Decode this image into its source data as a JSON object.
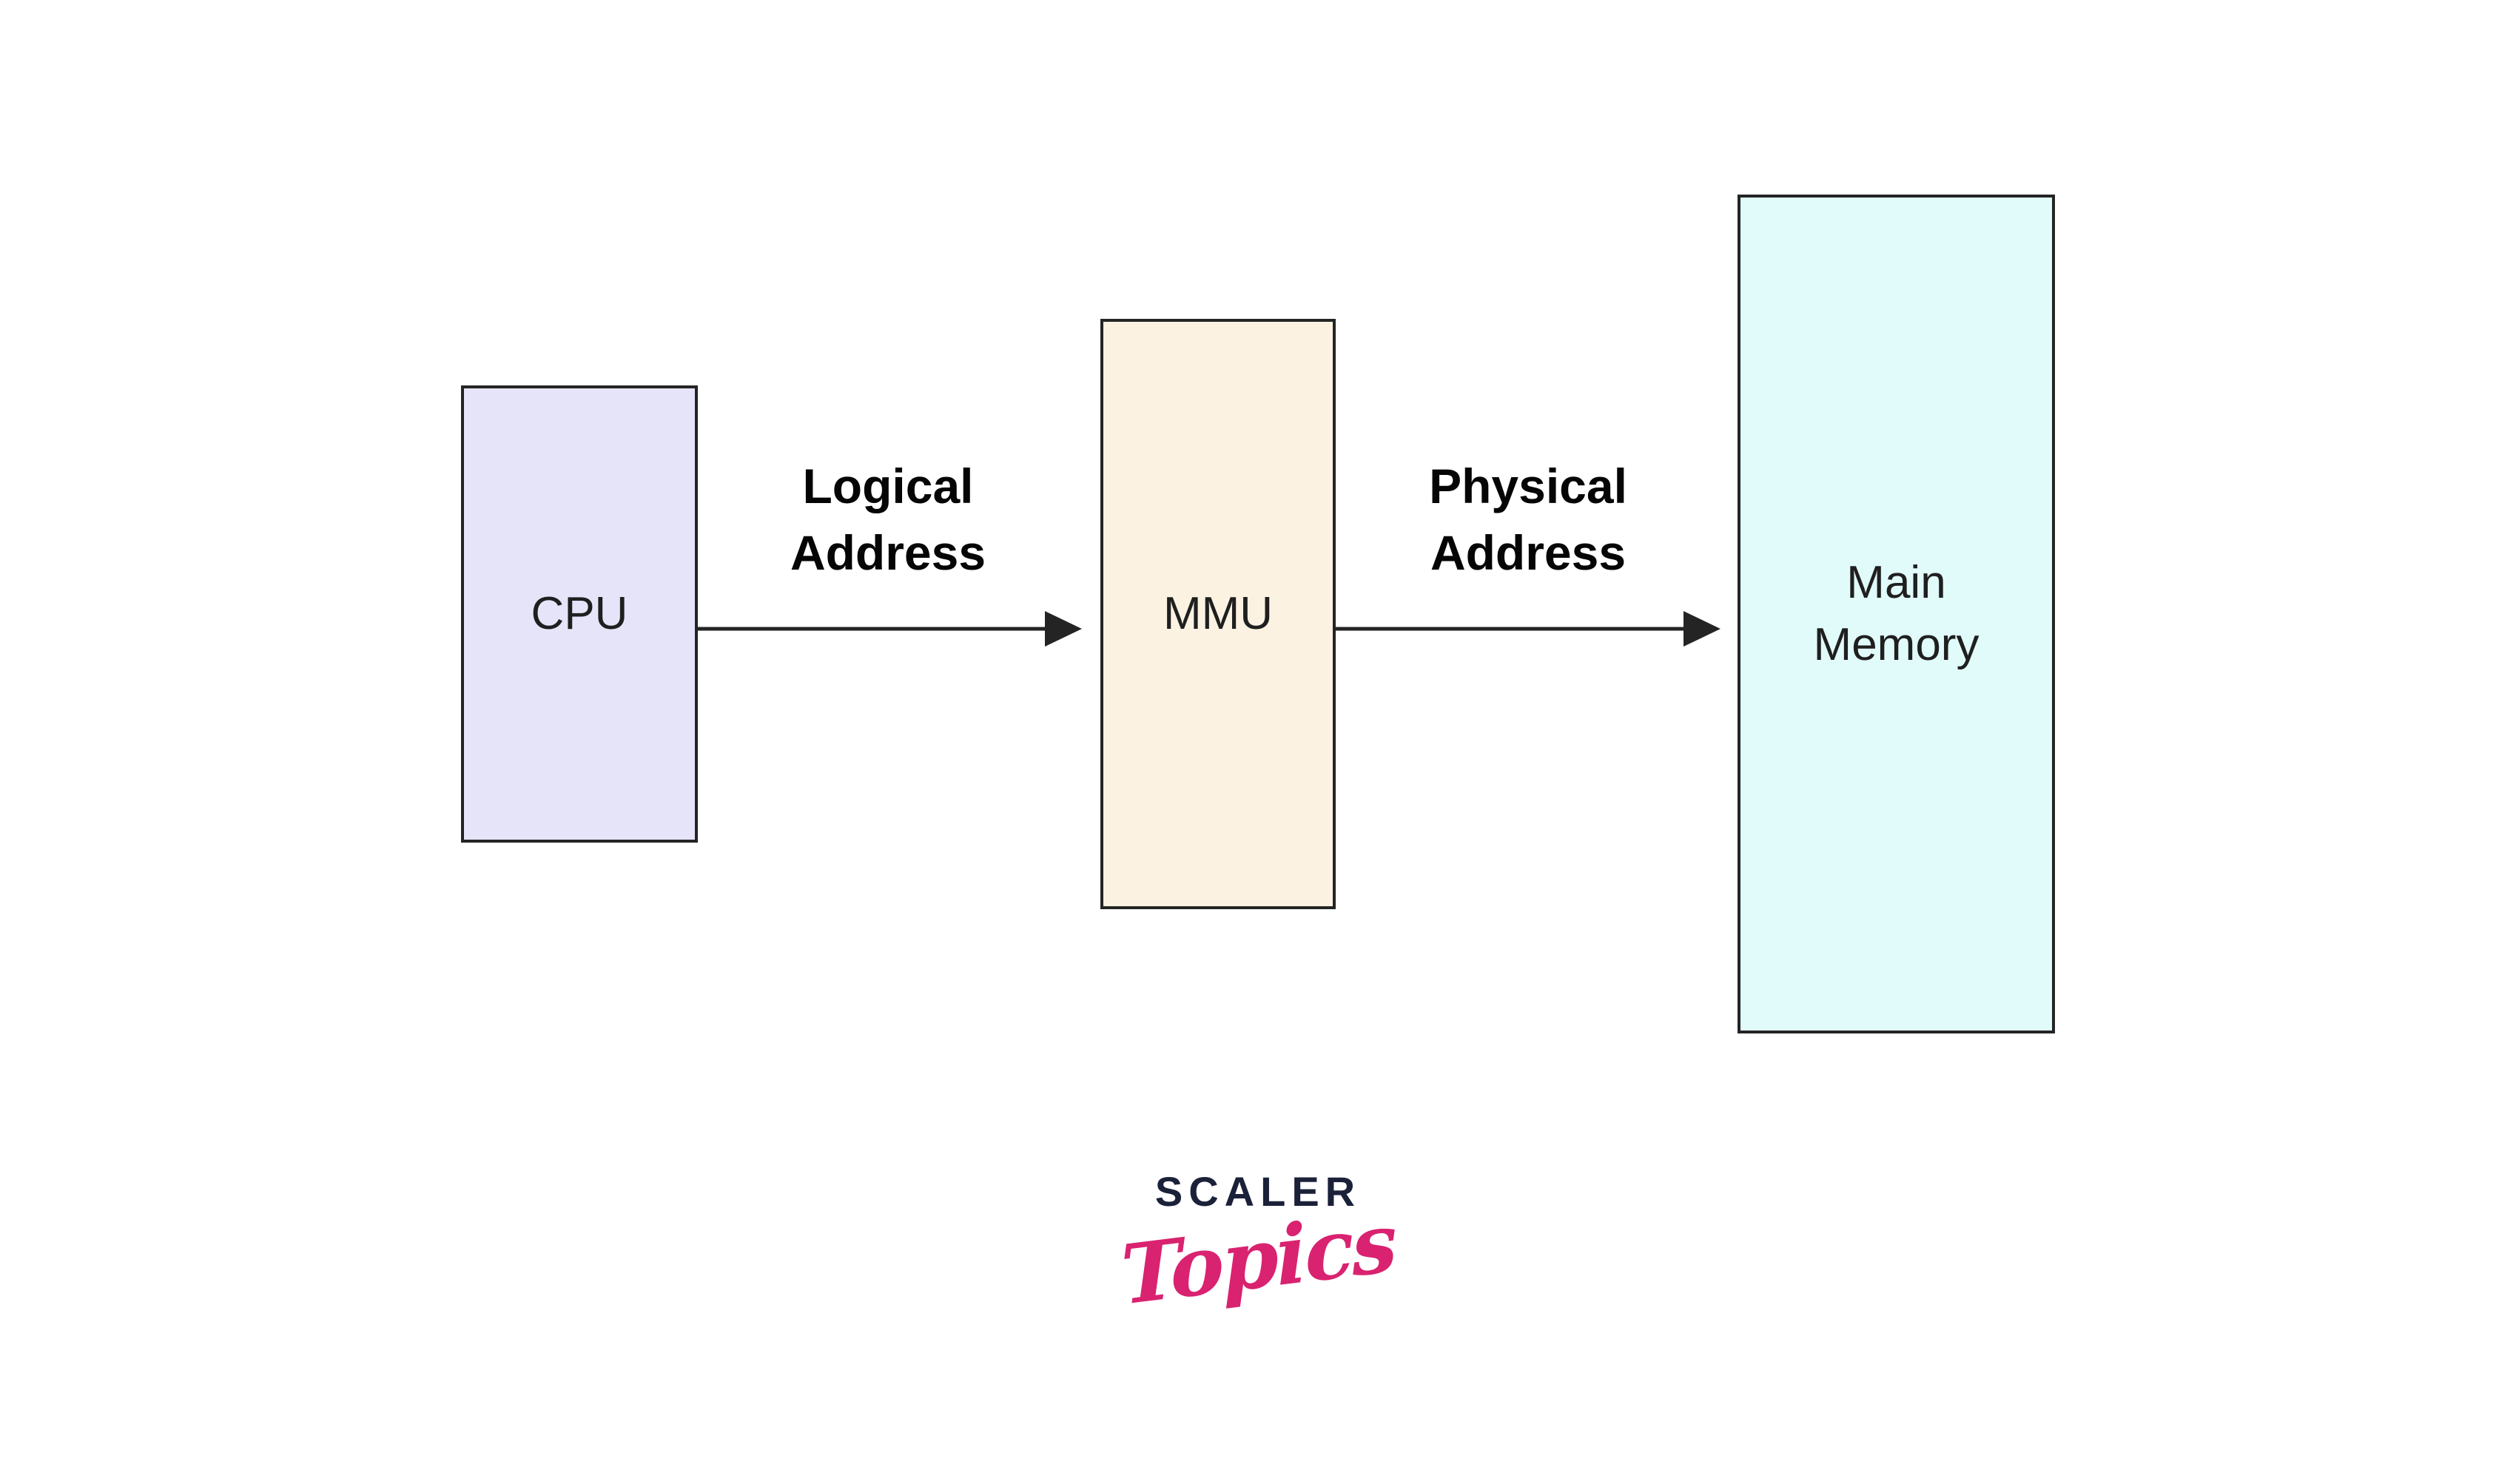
{
  "page": {
    "background": "#ffffff"
  },
  "diagram": {
    "nodes": [
      {
        "id": "cpu",
        "label": "CPU",
        "fill": "#e6e4f9"
      },
      {
        "id": "mmu",
        "label": "MMU",
        "fill": "#fcf2e2"
      },
      {
        "id": "main_memory",
        "label": "Main Memory",
        "fill": "#e1fafa"
      }
    ],
    "edges": [
      {
        "id": "logical",
        "from": "CPU",
        "to": "MMU",
        "label": "Logical Address"
      },
      {
        "id": "physical",
        "from": "MMU",
        "to": "Main Memory",
        "label": "Physical Address"
      }
    ],
    "border_color": "#242424",
    "arrow_color": "#242424",
    "node_text_color": "#1f1f1f",
    "edge_label_color": "#050505"
  },
  "logo": {
    "brand": "SCALER",
    "product": "Topics",
    "brand_color": "#1a2138",
    "product_color": "#d92270"
  }
}
